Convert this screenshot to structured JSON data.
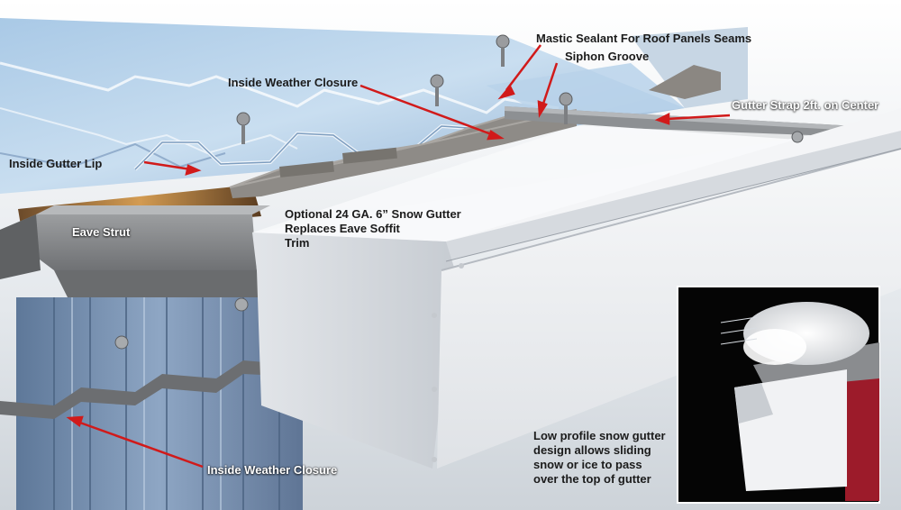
{
  "labels": {
    "mastic_sealant": "Mastic Sealant For Roof Panels Seams",
    "siphon_groove": "Siphon Groove",
    "inside_weather_closure_top": "Inside Weather Closure",
    "gutter_strap": "Gutter Strap 2ft. on Center",
    "inside_gutter_lip": "Inside Gutter Lip",
    "optional_gutter_line1": "Optional 24 GA. 6” Snow Gutter",
    "optional_gutter_line2": "Replaces Eave Soffit",
    "optional_gutter_line3": "Trim",
    "eave_strut": "Eave Strut",
    "inside_weather_closure_bottom": "Inside Weather Closure"
  },
  "inset_caption": {
    "line1": "Low profile snow gutter",
    "line2": "design allows sliding",
    "line3": "snow or ice to pass",
    "line4": "over the top of gutter"
  },
  "colors": {
    "arrow": "#d11a1a",
    "roof_panel": "#9fc2e0",
    "gutter": "#eceef0",
    "strut": "#8d8f91",
    "wall_panel": "#7f98b8",
    "inset_background": "#050505",
    "inset_red_wall": "#9c1b2a"
  }
}
